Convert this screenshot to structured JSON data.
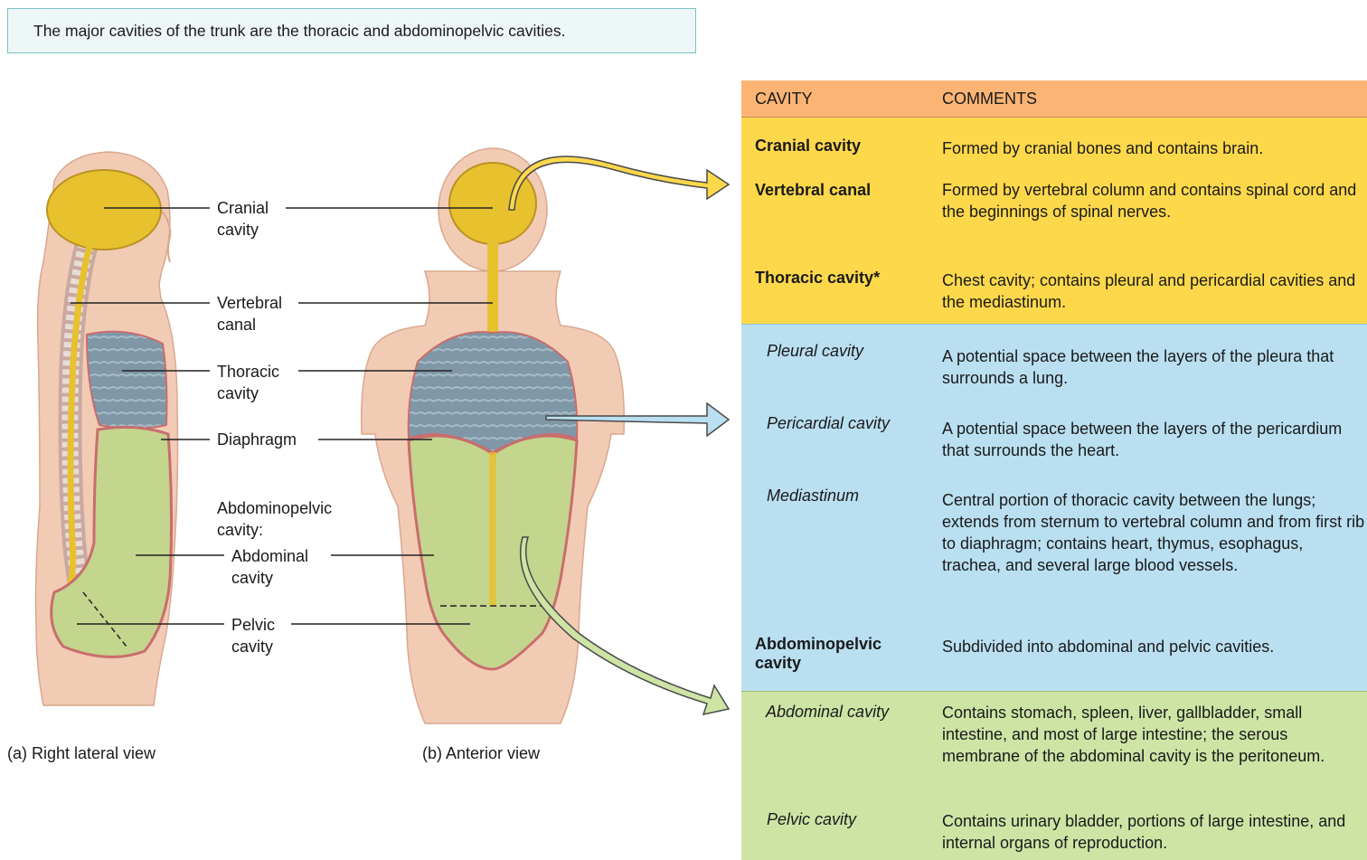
{
  "caption": "The major cavities of the trunk are the thoracic and abdominopelvic cavities.",
  "figure_a": {
    "view_label": "(a) Right lateral view",
    "labels": {
      "cranial": [
        "Cranial",
        "cavity"
      ],
      "vertebral": [
        "Vertebral",
        "canal"
      ],
      "thoracic": [
        "Thoracic",
        "cavity"
      ],
      "diaphragm": "Diaphragm",
      "abdominopelvic": [
        "Abdominopelvic",
        "cavity:"
      ],
      "abdominal": [
        "Abdominal",
        "cavity"
      ],
      "pelvic": [
        "Pelvic",
        "cavity"
      ]
    }
  },
  "figure_b": {
    "view_label": "(b) Anterior view"
  },
  "table": {
    "headers": {
      "cavity": "CAVITY",
      "comments": "COMMENTS"
    },
    "rows": [
      {
        "name": "Cranial cavity",
        "comment": "Formed by cranial bones and contains brain."
      },
      {
        "name": "Vertebral canal",
        "comment": "Formed by vertebral column and contains spinal cord and the beginnings of spinal nerves."
      },
      {
        "name": "Thoracic cavity*",
        "comment": "Chest cavity;  contains pleural and pericardial cavities and the mediastinum."
      },
      {
        "name": "Pleural cavity",
        "comment": "A potential space between the layers of the pleura that surrounds a lung."
      },
      {
        "name": "Pericardial cavity",
        "comment": "A potential space between the layers of the pericardium that surrounds the heart."
      },
      {
        "name": "Mediastinum",
        "comment": "Central portion of thoracic cavity between the lungs; extends from sternum to vertebral column and from first rib to diaphragm; contains heart, thymus, esophagus, trachea, and several large blood vessels."
      },
      {
        "name": "Abdominopelvic cavity",
        "comment": "Subdivided into abdominal and pelvic cavities."
      },
      {
        "name": "Abdominal cavity",
        "comment": "Contains stomach, spleen, liver, gallbladder, small intestine, and most of large intestine; the serous membrane of the abdominal cavity is the peritoneum."
      },
      {
        "name": "Pelvic cavity",
        "comment": "Contains urinary bladder, portions of large intestine, and internal organs of reproduction."
      }
    ],
    "band_colors": {
      "header": "#fbb474",
      "cranial_spinal": "#fed84b",
      "thoracic": "#b9dff1",
      "abdominopelvic": "#cde4a5"
    }
  }
}
